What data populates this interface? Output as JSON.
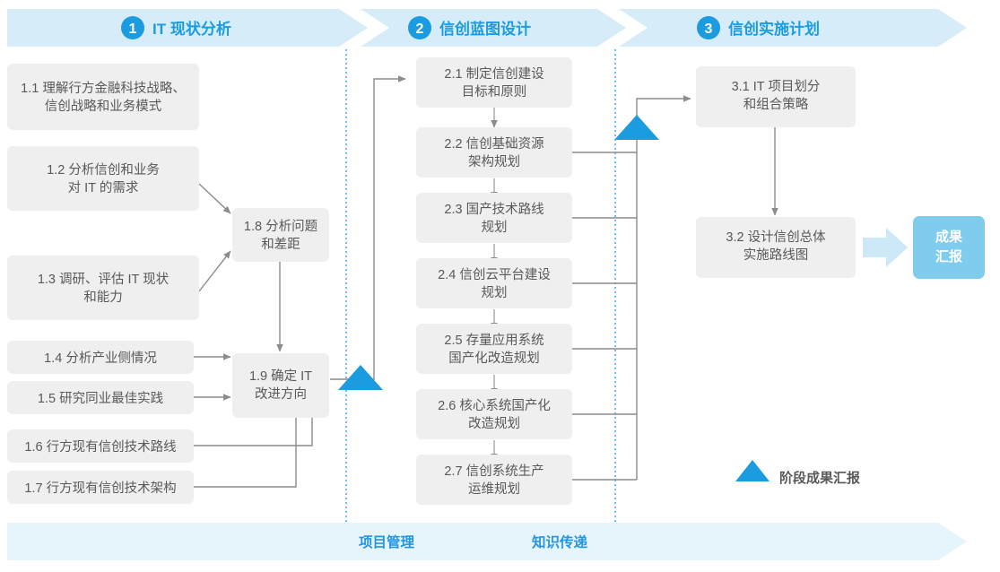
{
  "colors": {
    "header_band": "#D6ECF9",
    "phase_accent": "#1B9CE0",
    "phase_circle": "#1B9CE0",
    "box_fill": "#EFEFEF",
    "box_text": "#595959",
    "connector": "#8C8C8C",
    "milestone_triangle": "#1B9CE0",
    "result_badge": "#7FCCEF",
    "result_arrow": "#CDE9F8",
    "footer_band": "#E6F4FC",
    "footer_text": "#2196E3",
    "divider_dotted": "#2196E3",
    "page_background": "#FFFFFF"
  },
  "header": {
    "phases": [
      {
        "number": "1",
        "label": "IT 现状分析"
      },
      {
        "number": "2",
        "label": "信创蓝图设计"
      },
      {
        "number": "3",
        "label": "信创实施计划"
      }
    ]
  },
  "phase1": {
    "inputs": [
      {
        "id": "1.1",
        "label": "1.1 理解行方金融科技战略、\n信创战略和业务模式"
      },
      {
        "id": "1.2",
        "label": "1.2 分析信创和业务\n对 IT 的需求"
      },
      {
        "id": "1.3",
        "label": "1.3 调研、评估 IT 现状\n和能力"
      },
      {
        "id": "1.4",
        "label": "1.4 分析产业侧情况"
      },
      {
        "id": "1.5",
        "label": "1.5 研究同业最佳实践"
      },
      {
        "id": "1.6",
        "label": "1.6 行方现有信创技术路线"
      },
      {
        "id": "1.7",
        "label": "1.7 行方现有信创技术架构"
      }
    ],
    "outputs": [
      {
        "id": "1.8",
        "label": "1.8 分析问题\n和差距"
      },
      {
        "id": "1.9",
        "label": "1.9 确定 IT\n改进方向"
      }
    ]
  },
  "phase2": {
    "items": [
      {
        "id": "2.1",
        "label": "2.1 制定信创建设\n目标和原则"
      },
      {
        "id": "2.2",
        "label": "2.2 信创基础资源\n架构规划"
      },
      {
        "id": "2.3",
        "label": "2.3 国产技术路线\n规划"
      },
      {
        "id": "2.4",
        "label": "2.4 信创云平台建设\n规划"
      },
      {
        "id": "2.5",
        "label": "2.5 存量应用系统\n国产化改造规划"
      },
      {
        "id": "2.6",
        "label": "2.6 核心系统国产化\n改造规划"
      },
      {
        "id": "2.7",
        "label": "2.7 信创系统生产\n运维规划"
      }
    ]
  },
  "phase3": {
    "items": [
      {
        "id": "3.1",
        "label": "3.1 IT 项目划分\n和组合策略"
      },
      {
        "id": "3.2",
        "label": "3.2 设计信创总体\n实施路线图"
      }
    ],
    "result_badge": {
      "label": "成果\n汇报"
    }
  },
  "legend": {
    "milestone": {
      "icon": "triangle-icon",
      "label": "阶段成果汇报"
    }
  },
  "footer": {
    "labels": [
      "项目管理",
      "知识传递"
    ]
  }
}
